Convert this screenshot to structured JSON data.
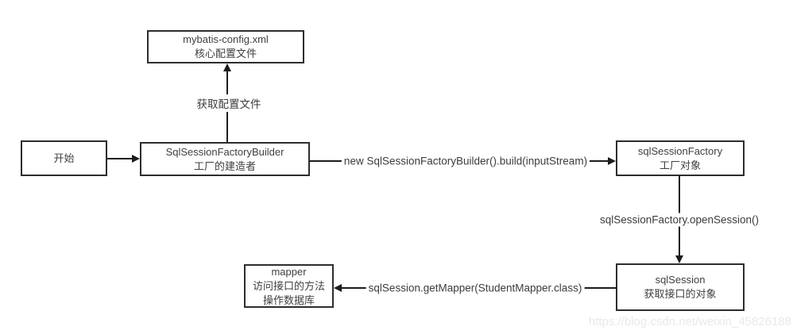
{
  "diagram": {
    "boxes": {
      "config": {
        "line1": "mybatis-config.xml",
        "line2": "核心配置文件"
      },
      "start": {
        "line1": "开始"
      },
      "builder": {
        "line1": "SqlSessionFactoryBuilder",
        "line2": "工厂的建造者"
      },
      "factory": {
        "line1": "sqlSessionFactory",
        "line2": "工厂对象"
      },
      "session": {
        "line1": "sqlSession",
        "line2": "获取接口的对象"
      },
      "mapper": {
        "line1": "mapper",
        "line2": "访问接口的方法",
        "line3": "操作数据库"
      }
    },
    "edge_labels": {
      "get_config": "获取配置文件",
      "build": "new SqlSessionFactoryBuilder().build(inputStream)",
      "open_session": "sqlSessionFactory.openSession()",
      "get_mapper": "sqlSession.getMapper(StudentMapper.class)"
    },
    "colors": {
      "box_border": "#2d2d2d",
      "box_text": "#404040",
      "line": "#1c1c1c",
      "watermark": "#e9e9ee",
      "background": "#ffffff"
    },
    "watermark": "https://blog.csdn.net/weixin_45826188"
  }
}
